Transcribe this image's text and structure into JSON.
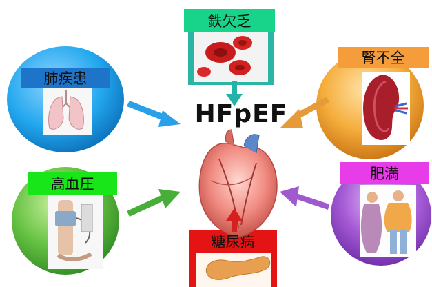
{
  "center": {
    "title": "HFpEF"
  },
  "factors": {
    "iron": {
      "label": "鉄欠乏"
    },
    "lung": {
      "label": "肺疾患"
    },
    "kidney": {
      "label": "腎不全"
    },
    "bp": {
      "label": "高血圧"
    },
    "obesity": {
      "label": "肥満"
    },
    "diabetes": {
      "label": "糖尿病"
    }
  },
  "colors": {
    "iron_label": "#17d48a",
    "lung_label": "#1e74c8",
    "kidney_label": "#f59c3b",
    "bp_label": "#19e619",
    "obesity_label": "#e83ce8",
    "diabetes_label": "#e41414",
    "lung_circle": "#22a7ee",
    "kidney_circle": "#f2a035",
    "bp_circle": "#5cc040",
    "obesity_circle": "#a757d8",
    "arrow_iron": "#23b3a8",
    "arrow_lung": "#2aa0e8",
    "arrow_kidney": "#e79a3a",
    "arrow_bp": "#49ad3a",
    "arrow_obesity": "#a05ad0",
    "arrow_diabetes": "#d42020"
  }
}
